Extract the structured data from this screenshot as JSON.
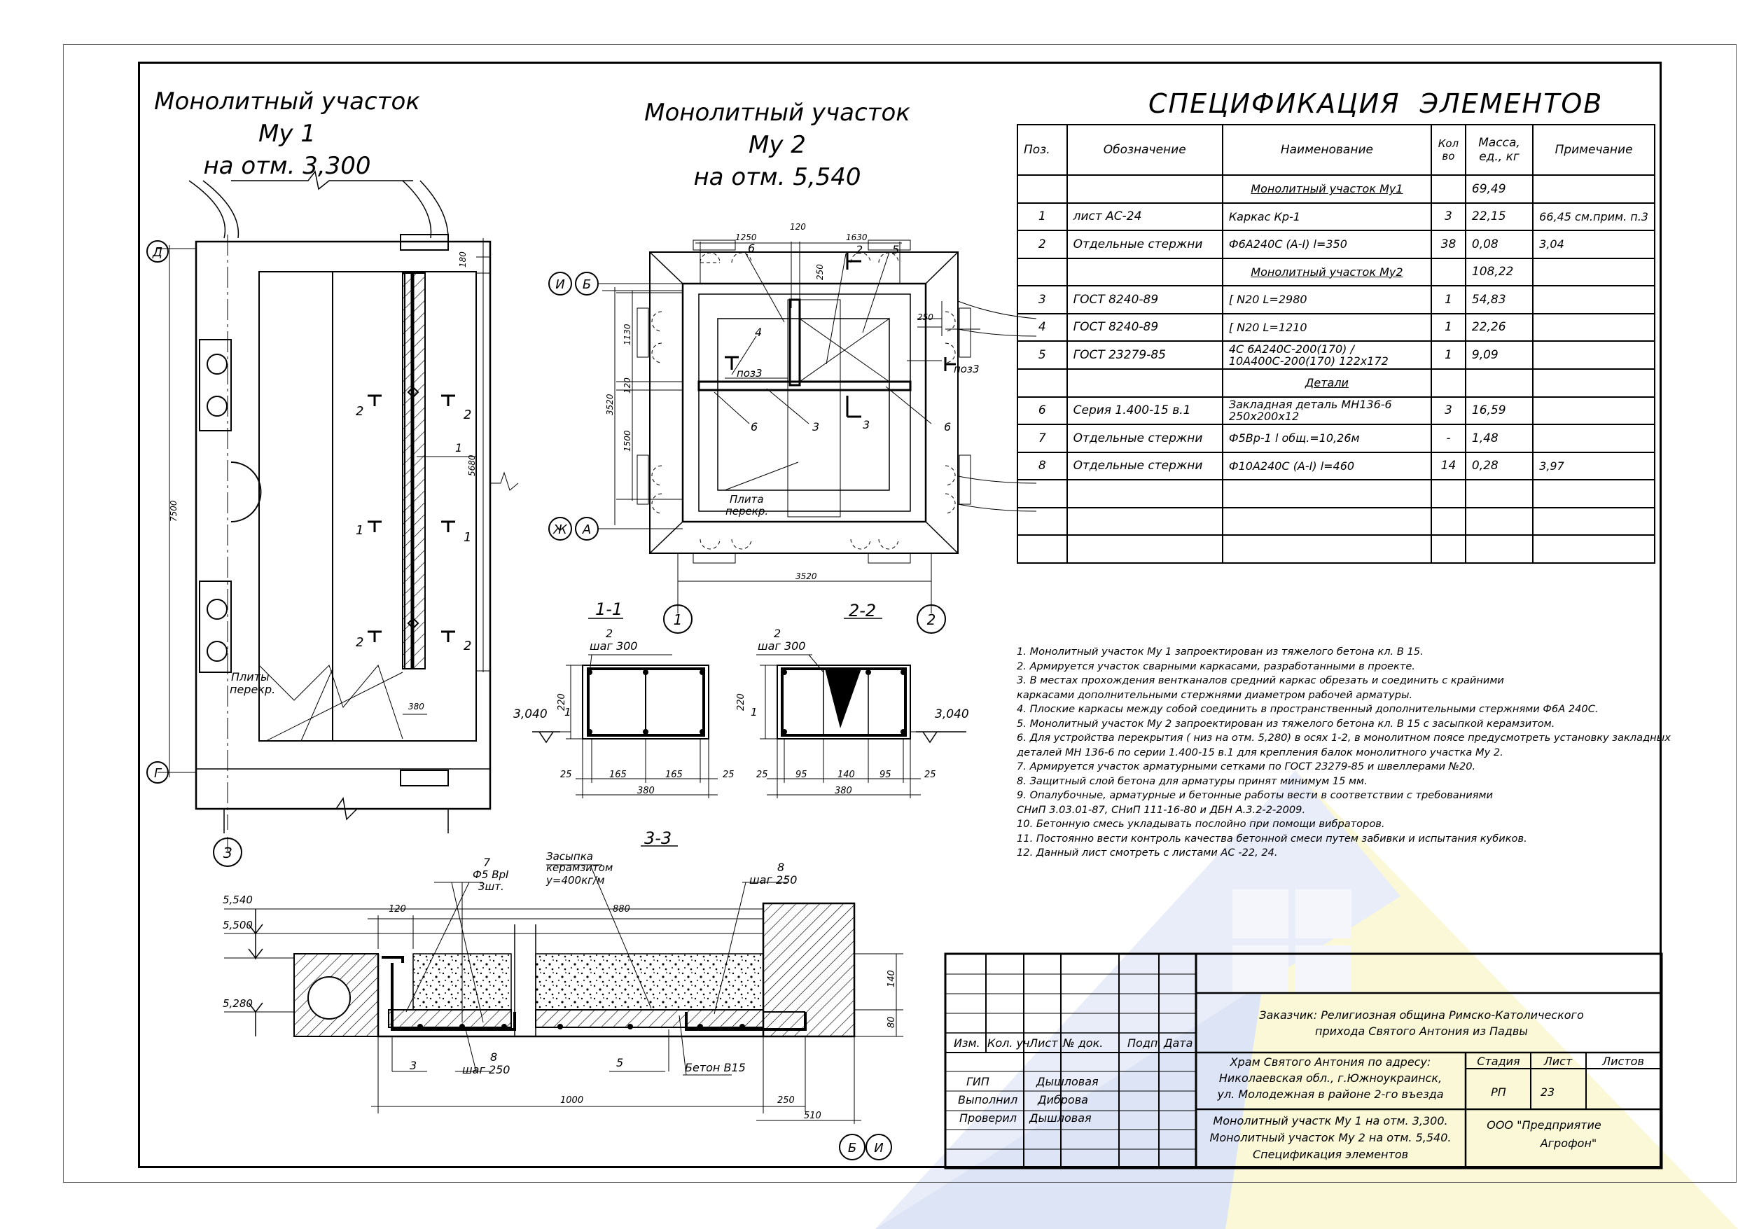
{
  "titles": {
    "mu1": [
      "Монолитный участок Му 1",
      "на отм. 3,300"
    ],
    "mu2": [
      "Монолитный участок Му 2",
      "на отм. 5,540"
    ],
    "spec": "СПЕЦИФИКАЦИЯ  ЭЛЕМЕНТОВ"
  },
  "spec_table": {
    "headers": [
      "Поз.",
      "Обозначение",
      "Наименование",
      "Кол\nво",
      "Масса,\nед., кг",
      "Примечание"
    ],
    "rows": [
      {
        "pos": "",
        "designation": "",
        "name": "Монолитный участок Му1",
        "qty": "",
        "mass": "69,49",
        "note": "",
        "group": true
      },
      {
        "pos": "1",
        "designation": "лист АС-24",
        "name": "Каркас Кр-1",
        "qty": "3",
        "mass": "22,15",
        "note": "66,45  см.прим. п.3"
      },
      {
        "pos": "2",
        "designation": "Отдельные стержни",
        "name": "Ф6А240С (А-I)    l=350",
        "qty": "38",
        "mass": "0,08",
        "note": "3,04"
      },
      {
        "pos": "",
        "designation": "",
        "name": "Монолитный участок Му2",
        "qty": "",
        "mass": "108,22",
        "note": "",
        "group": true
      },
      {
        "pos": "3",
        "designation": "ГОСТ 8240-89",
        "name": "[ N20         L=2980",
        "qty": "1",
        "mass": "54,83",
        "note": ""
      },
      {
        "pos": "4",
        "designation": "ГОСТ 8240-89",
        "name": "[ N20         L=1210",
        "qty": "1",
        "mass": "22,26",
        "note": ""
      },
      {
        "pos": "5",
        "designation": "ГОСТ 23279-85",
        "name": "4С 6А240С-200(170) / 10А400С-200(170)  122х172",
        "qty": "1",
        "mass": "9,09",
        "note": ""
      },
      {
        "pos": "",
        "designation": "",
        "name": "Детали",
        "qty": "",
        "mass": "",
        "note": "",
        "group": true
      },
      {
        "pos": "6",
        "designation": "Серия 1.400-15 в.1",
        "name": "Закладная деталь МН136-6 250х200х12",
        "qty": "3",
        "mass": "16,59",
        "note": ""
      },
      {
        "pos": "7",
        "designation": "Отдельные стержни",
        "name": "Ф5Вр-1    l общ.=10,26м",
        "qty": "-",
        "mass": "1,48",
        "note": ""
      },
      {
        "pos": "8",
        "designation": "Отдельные стержни",
        "name": "Ф10А240С (А-I)    l=460",
        "qty": "14",
        "mass": "0,28",
        "note": "3,97"
      },
      {
        "pos": "",
        "designation": "",
        "name": "",
        "qty": "",
        "mass": "",
        "note": ""
      },
      {
        "pos": "",
        "designation": "",
        "name": "",
        "qty": "",
        "mass": "",
        "note": ""
      },
      {
        "pos": "",
        "designation": "",
        "name": "",
        "qty": "",
        "mass": "",
        "note": ""
      }
    ]
  },
  "notes": [
    "1.  Монолитный участок Му 1  запроектирован из тяжелого бетона кл.  В 15.",
    "2.  Армируется участок сварными каркасами, разработанными в проекте.",
    "3.  В местах прохождения вентканалов средний каркас обрезать и соединить с крайними",
    "     каркасами дополнительными стержнями диаметром рабочей арматуры.",
    "4.  Плоские каркасы между собой соединить в пространственный дополнительными стержнями Ф6А 240С.",
    "5.  Монолитный участок Му 2  запроектирован из тяжелого бетона кл.  В 15  с засыпкой керамзитом.",
    "6.  Для устройства перекрытия  ( низ на отм. 5,280)  в осях  1-2,  в монолитном поясе предусмотреть установку закладных",
    "деталей МН 136-6  по серии  1.400-15  в.1  для крепления балок монолитного участка Му 2.",
    "7.  Армируется участок арматурными сетками по ГОСТ 23279-85  и швеллерами  №20.",
    "8.  Защитный слой бетона для арматуры принят минимум  15  мм.",
    "9.  Опалубочные,  арматурные  и  бетонные  работы  вести в соответствии  с  требованиями",
    "     СНиП  3.03.01-87,  СНиП  111-16-80  и  ДБН А.3.2-2-2009.",
    "10.  Бетонную  смесь  укладывать  послойно при  помощи вибраторов.",
    "11.  Постоянно  вести  контроль  качества  бетонной  смеси путем забивки  и  испытания  кубиков.",
    "12.  Данный лист смотреть с листами  АС -22, 24."
  ],
  "plan_mu1": {
    "axes": [
      "Д",
      "Г",
      "З"
    ],
    "dims": [
      "7500",
      "5680",
      "180",
      "380"
    ],
    "sections": [
      "1",
      "1",
      "2",
      "2",
      "2",
      "2",
      "1",
      "1"
    ],
    "pos_label": "1",
    "slab_label": [
      "Плиты",
      "перекр."
    ]
  },
  "plan_mu2": {
    "axes_left": [
      [
        "И",
        "Б"
      ],
      [
        "Ж",
        "А"
      ]
    ],
    "axes_bottom": [
      "1",
      "2"
    ],
    "dims_top": [
      "1250",
      "120",
      "1630"
    ],
    "dims_left": [
      "1130",
      "120",
      "1500"
    ],
    "dim_total_v": "3520",
    "dim_total_h": "3520",
    "dim_side": [
      "250",
      "250"
    ],
    "callouts": [
      "6",
      "2",
      "5",
      "4",
      "3",
      "6",
      "3",
      "6"
    ],
    "poz": [
      "поз3",
      "поз3"
    ],
    "slab_label": [
      "Плита",
      "перекр."
    ]
  },
  "section_11": {
    "title": "1-1",
    "bar": [
      "2",
      "шаг 300"
    ],
    "elev": "3,040",
    "height": "220",
    "pos": "1",
    "dims": [
      "25",
      "165",
      "165",
      "25"
    ],
    "total": "380"
  },
  "section_22": {
    "title": "2-2",
    "bar": [
      "2",
      "шаг 300"
    ],
    "elev": "3,040",
    "height": "220",
    "pos": "1",
    "dims": [
      "25",
      "95",
      "140",
      "95",
      "25"
    ],
    "total": "380"
  },
  "section_33": {
    "title": "3-3",
    "elevs": [
      "5,540",
      "5,500",
      "5,280"
    ],
    "callout7": [
      "7",
      "Ф5 ВрI",
      "3шт."
    ],
    "fill": [
      "Засыпка",
      "керамзитом",
      "у=400кг/м"
    ],
    "callout8_top": [
      "8",
      "шаг 250"
    ],
    "callout8_bottom": [
      "8",
      "шаг 250"
    ],
    "dims_top": [
      "120",
      "880"
    ],
    "dims_right": [
      "140",
      "80"
    ],
    "dims_bottom": [
      "1000",
      "250",
      "510"
    ],
    "labels": [
      "3",
      "5",
      "Бетон В15"
    ],
    "axes": [
      "Б",
      "И"
    ]
  },
  "title_block": {
    "revision_headers": [
      "Изм.",
      "Кол. уч",
      "Лист",
      "№ док.",
      "Подп.",
      "Дата"
    ],
    "roles": [
      {
        "role": "ГИП",
        "name": "Дышловая"
      },
      {
        "role": "Выполнил",
        "name": "Диброва"
      },
      {
        "role": "Проверил",
        "name": "Дышловая"
      }
    ],
    "customer": [
      "Заказчик: Религиозная община Римско-Католического",
      "прихода Святого Антония из Падвы"
    ],
    "object": [
      "Храм Святого Антония по адресу:",
      "Николаевская обл., г.Южноукраинск,",
      "ул. Молодежная в районе 2-го въезда"
    ],
    "sheet_title": [
      "Монолитный участк Му 1 на отм. 3,300.",
      "Монолитный участок Му 2 на отм. 5,540.",
      "Спецификация элементов"
    ],
    "stage_header": "Стадия",
    "sheet_header": "Лист",
    "sheets_header": "Листов",
    "stage": "РП",
    "sheet": "23",
    "sheets": "",
    "company": [
      "ООО \"Предприятие",
      "Агрофон\""
    ]
  },
  "colors": {
    "ink": "#000000",
    "watermark_blue": "#c9d4f2",
    "watermark_yellow": "#faf5c8"
  }
}
